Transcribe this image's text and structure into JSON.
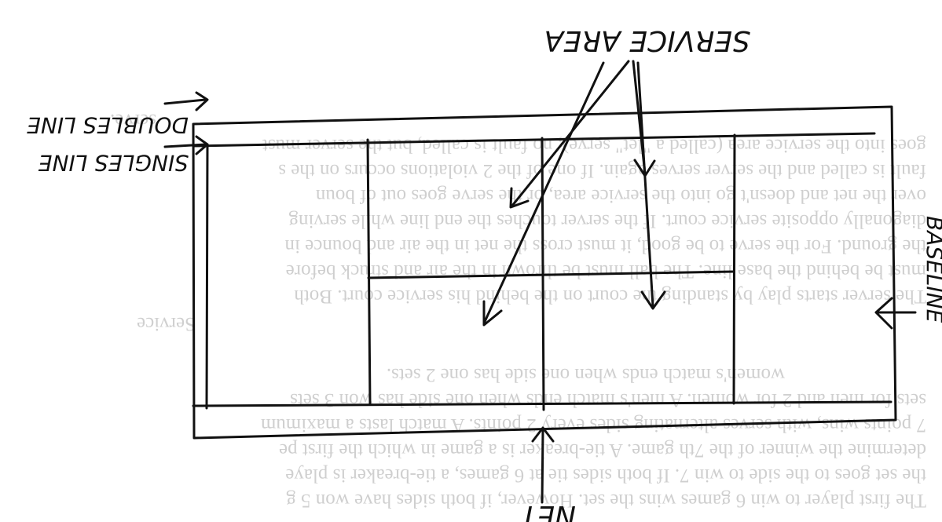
{
  "labels": {
    "service_area": "SERVICE AREA",
    "doubles_line": "DOUBLES LINE",
    "singles_line": "SINGLES LINE",
    "baseline": "BASELINE",
    "net": "NET"
  },
  "background_text": [
    "serve.",
    "goes into the service area (called a \"let\" serve), no fault is called, but the server must",
    "fault is called and the server serves again. If one of the 2 violations occurs on the s",
    "over the net and doesn't go into the service area, or the serve goes out of boun",
    "diagonally opposite service court. If the server touches the end line while serving",
    "the ground. For the serve to be good, it must cross the net in the air and bounce in",
    "must be behind the base line. The ball must be thrown in the air and struck before",
    "The server starts play by standing the court on the behind his service court. Both",
    "Service",
    "women's match ends when one side has one 2 sets.",
    "sets for men and 2 for women. A men's match ends when one side has won 3 sets",
    "7 points wins, with serves alternating sides every 2 points. A match lasts a maximum",
    "determine the winner of the 7th game. A tie-breaker is a game in which the first pe",
    "the set goes to the side to win 7. If both sides tie at 6 games, a tie-breaker is playe",
    "The first player to win 6 games wins the set. However, if both sides have won 5 g"
  ],
  "colors": {
    "ink": "#111111",
    "bleed_through": "#cfcfcf",
    "paper": "#ffffff"
  }
}
